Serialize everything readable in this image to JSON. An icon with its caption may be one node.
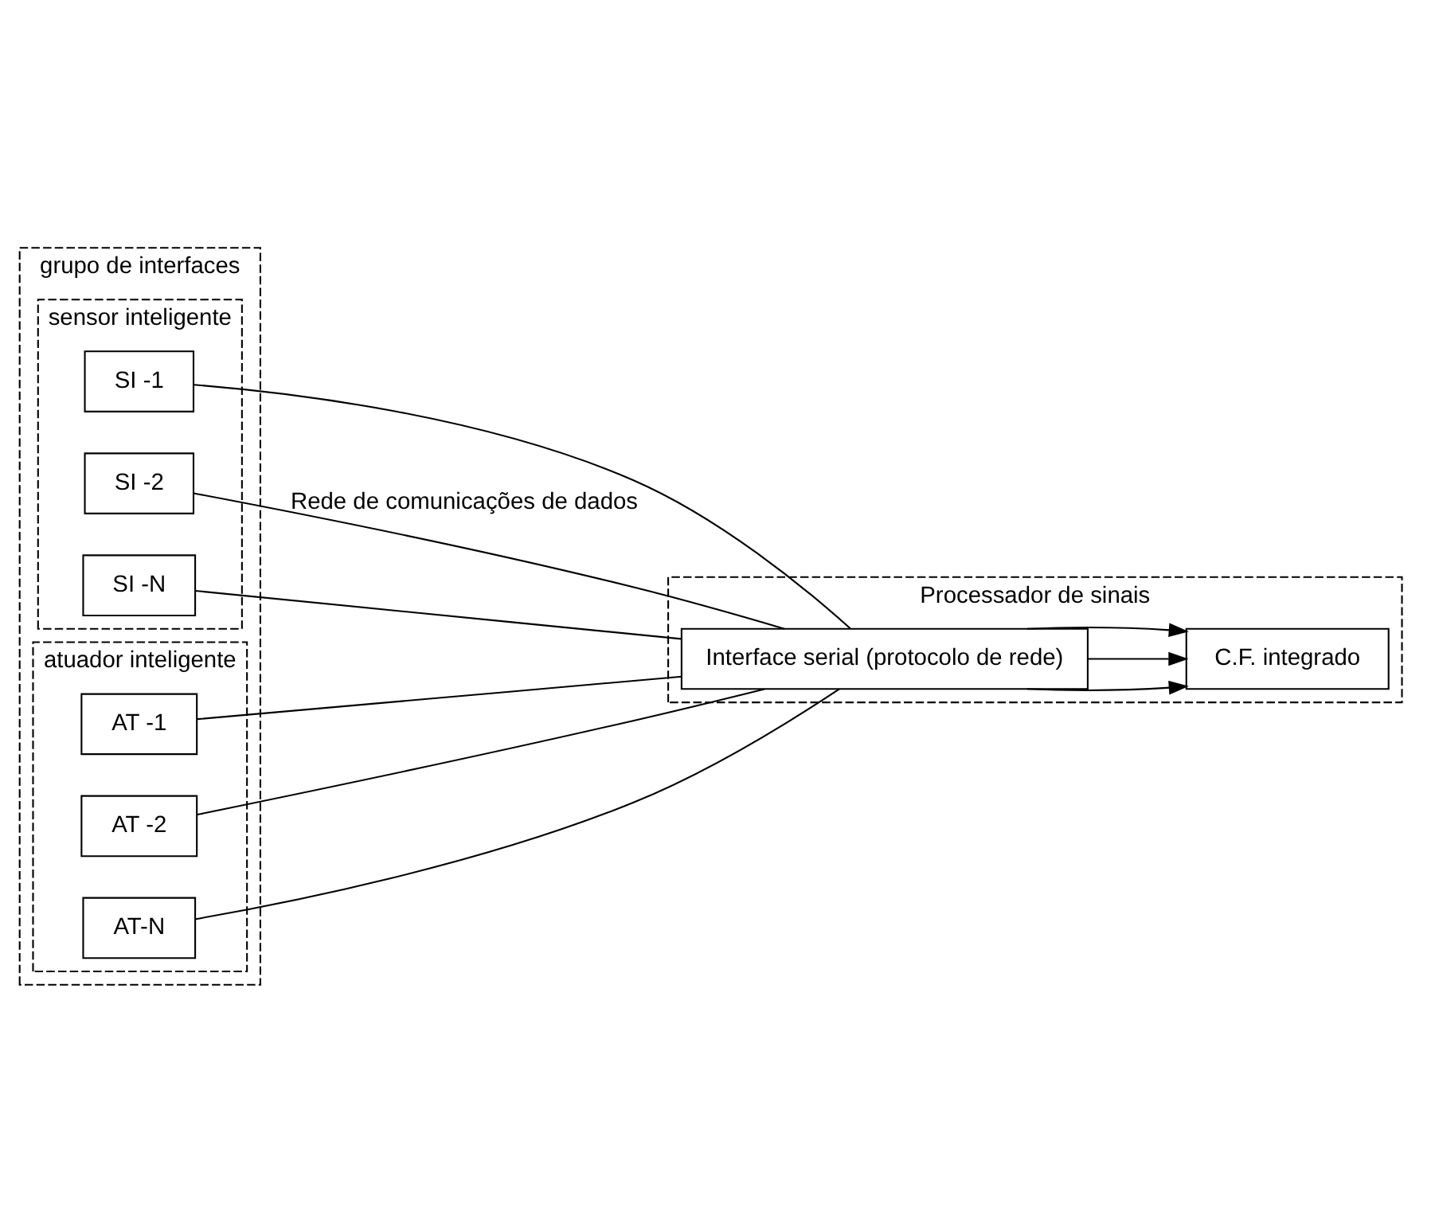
{
  "diagram": {
    "nodes": [
      {
        "text": [
          "grupo de interfaces"
        ]
      },
      {
        "text": [
          "sensor inteligente"
        ],
        "in": 0
      },
      {
        "text": [
          "SI -1"
        ],
        "in": 1
      },
      {
        "text": [
          "SI -2"
        ],
        "in": 1
      },
      {
        "text": [
          "SI -N"
        ],
        "in": 1
      },
      {
        "text": [
          "atuador inteligente"
        ],
        "in": 0
      },
      {
        "text": [
          "AT -1"
        ],
        "in": 5
      },
      {
        "text": [
          "AT -2"
        ],
        "in": 5
      },
      {
        "text": [
          "AT-N"
        ],
        "in": 5
      },
      {
        "text": [
          "Processador de sinais"
        ]
      },
      {
        "text": [
          "Interface serial (protocolo de rede)"
        ],
        "in": 9
      },
      {
        "text": [
          "C.F. integrado"
        ],
        "in": 9
      }
    ],
    "edges": [
      {
        "from": 2,
        "to": 10,
        "arrow": "none"
      },
      {
        "from": 3,
        "to": 10,
        "arrow": "none",
        "label": "Rede de comunicações de dados"
      },
      {
        "from": 4,
        "to": 10,
        "arrow": "none"
      },
      {
        "from": 6,
        "to": 10,
        "arrow": "none"
      },
      {
        "from": 7,
        "to": 10,
        "arrow": "none"
      },
      {
        "from": 8,
        "to": 10,
        "arrow": "none"
      },
      {
        "from": 10,
        "to": 11,
        "arrow": "to"
      },
      {
        "from": 10,
        "to": 11,
        "arrow": "to"
      },
      {
        "from": 10,
        "to": 11,
        "arrow": "to"
      }
    ]
  }
}
